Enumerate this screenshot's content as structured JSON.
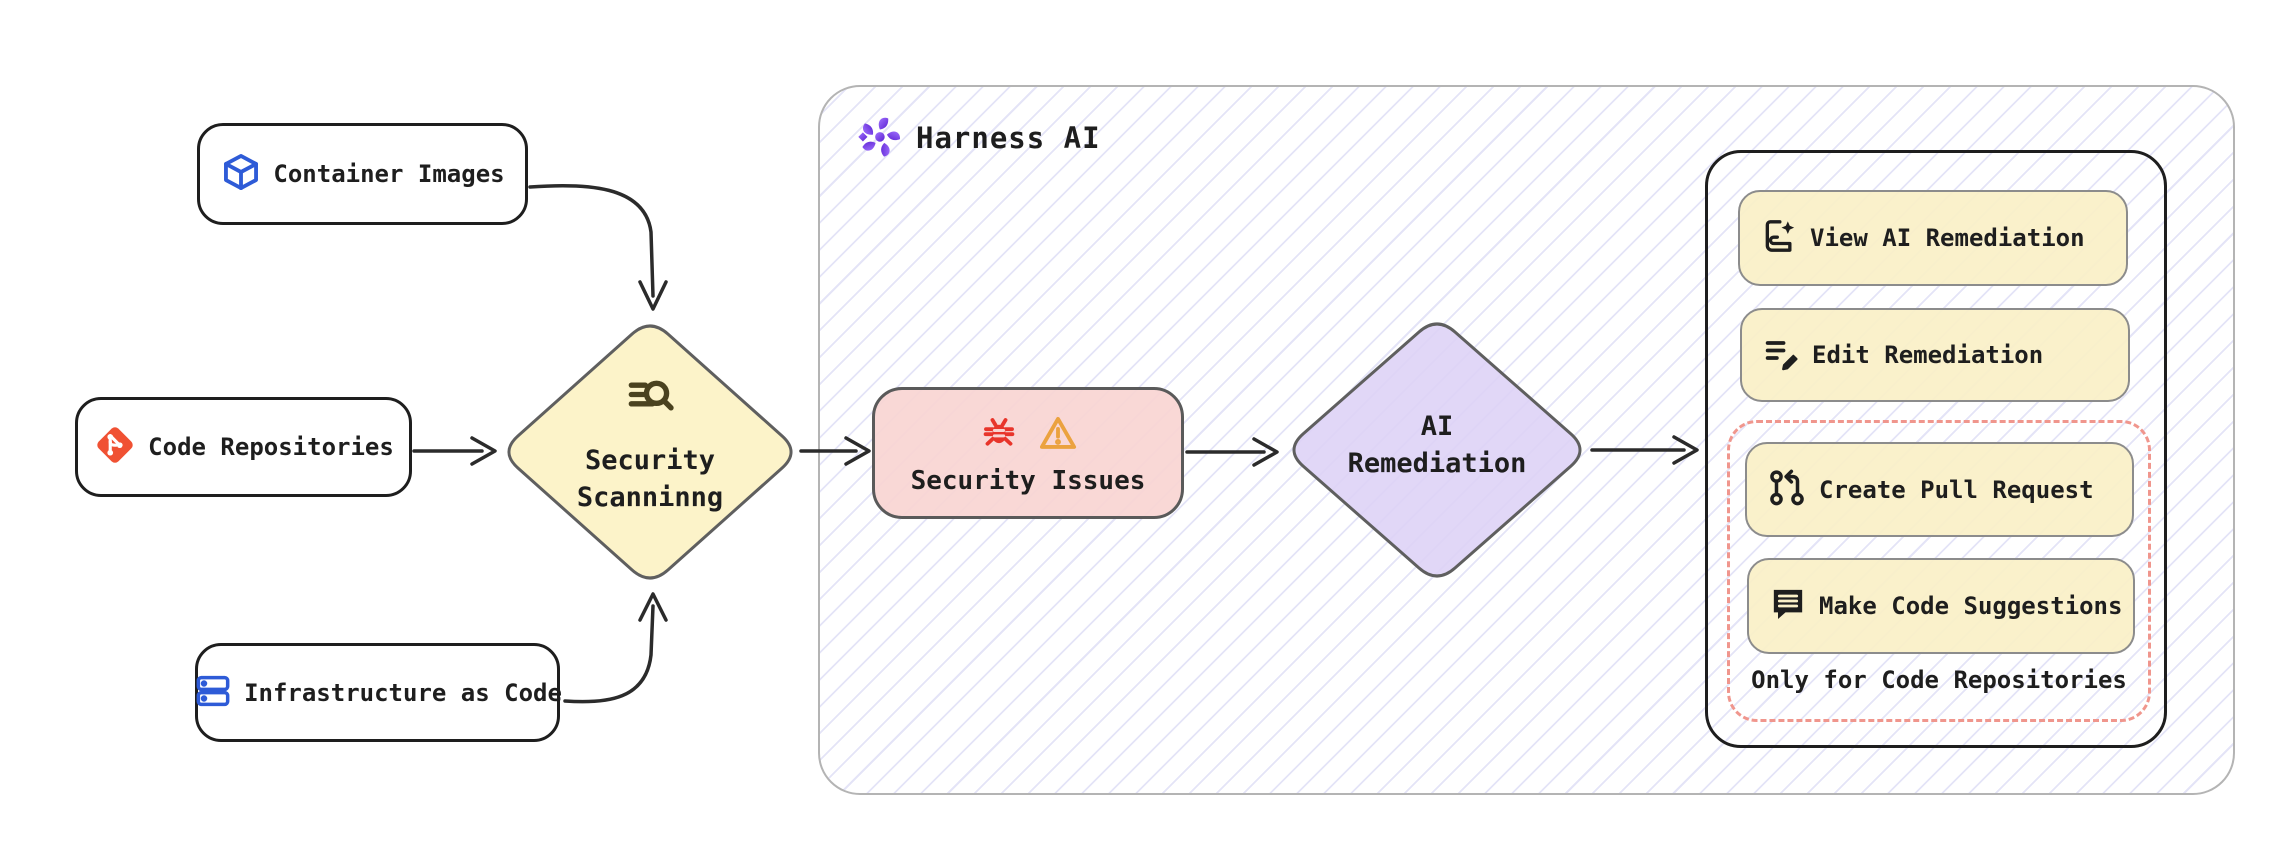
{
  "palette": {
    "ink": "#1e1e1e",
    "arrow": "#2b2b2b",
    "scan_yellow_fill": "#fcf3c9",
    "issues_pink_fill": "#f8d4d1",
    "remediation_purple_fill": "#ddd2f6",
    "button_yellow_fill": "#faf0c7",
    "dashed_red": "#f0968d",
    "hatch_lavender": "#7a7ad7",
    "container_border_gray": "#b4b4b4",
    "blue_icon": "#2e5bd7",
    "git_orange": "#f05133",
    "bug_red": "#e8352b",
    "warning_orange": "#eba23f",
    "harness_purple": "#6d28d9"
  },
  "sources": [
    {
      "label": "Container Images",
      "icon": "cube-icon"
    },
    {
      "label": "Code Repositories",
      "icon": "git-icon"
    },
    {
      "label": "Infrastructure as Code",
      "icon": "server-stack-icon"
    }
  ],
  "scanning": {
    "line1": "Security",
    "line2": "Scanninng",
    "icon": "scan-search-icon"
  },
  "harness": {
    "title": "Harness AI",
    "icon": "harness-logo-icon"
  },
  "issues": {
    "label": "Security Issues",
    "icons": [
      "bug-icon",
      "warning-icon"
    ]
  },
  "remediation": {
    "line1": "AI",
    "line2": "Remediation"
  },
  "actions": {
    "view": {
      "label": "View AI Remediation",
      "icon": "book-sparkle-icon"
    },
    "edit": {
      "label": "Edit Remediation",
      "icon": "edit-list-icon"
    },
    "create_pr": {
      "label": "Create Pull Request",
      "icon": "pull-request-icon"
    },
    "suggest": {
      "label": "Make Code Suggestions",
      "icon": "code-suggestion-icon"
    },
    "note": "Only for Code Repositories"
  }
}
